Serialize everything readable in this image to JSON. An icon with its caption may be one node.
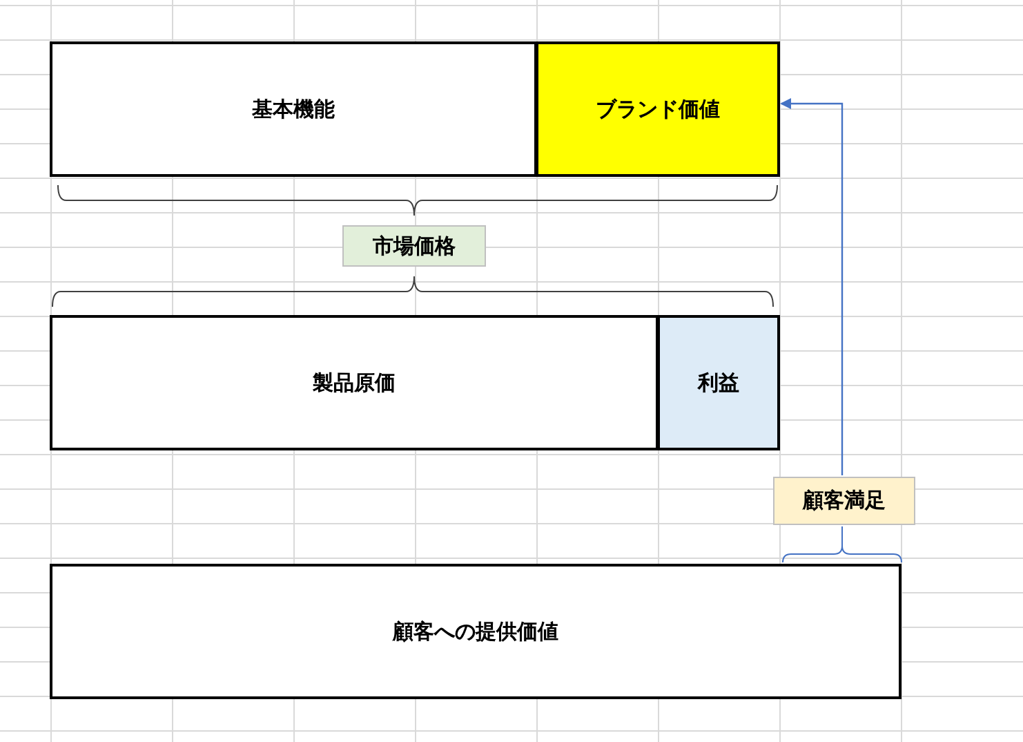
{
  "diagram": {
    "nodes": [
      {
        "text": [
          "基本機能"
        ]
      },
      {
        "text": [
          "ブランド価値"
        ]
      },
      {
        "text": [
          "市場価格"
        ]
      },
      {
        "text": [
          "製品原価"
        ]
      },
      {
        "text": [
          "利益"
        ]
      },
      {
        "text": [
          "顧客満足"
        ]
      },
      {
        "text": [
          "顧客への提供価値"
        ]
      }
    ],
    "edges": [
      {
        "from": 5,
        "to": 1,
        "arrow": "to"
      }
    ]
  }
}
